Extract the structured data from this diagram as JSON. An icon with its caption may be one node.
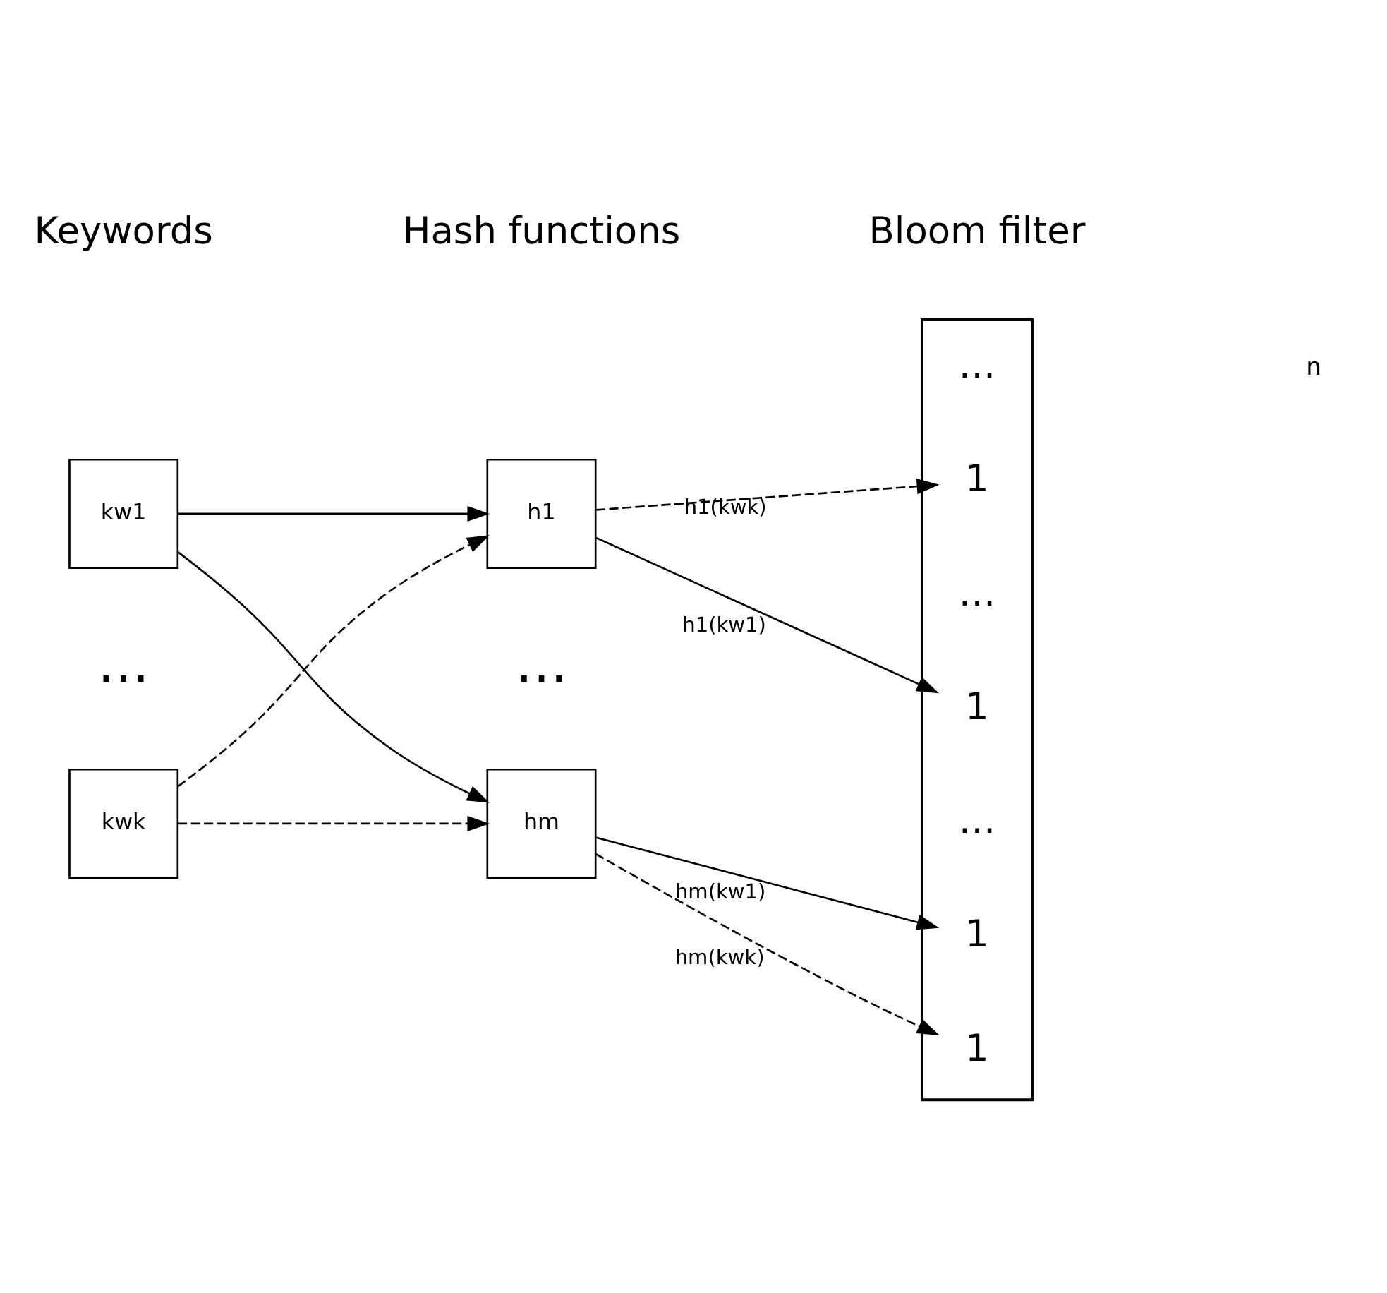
{
  "diagram": {
    "nodes": [
      {
        "text": [
          "kw1"
        ]
      },
      {
        "text": [
          "kwk"
        ]
      },
      {
        "text": [
          "h1"
        ]
      },
      {
        "text": [
          "hm"
        ]
      },
      {
        "text": [],
        "shape": "box"
      },
      {
        "text": [
          "1"
        ],
        "in": 4
      },
      {
        "text": [
          "…"
        ],
        "in": 4
      },
      {
        "text": [
          "1"
        ],
        "in": 4
      },
      {
        "text": [
          "…"
        ],
        "in": 4
      },
      {
        "text": [
          "1"
        ],
        "in": 4
      },
      {
        "text": [
          "…"
        ],
        "in": 4
      },
      {
        "text": [
          "1"
        ],
        "in": 4
      }
    ],
    "edges": [
      {
        "from": 0,
        "to": 2,
        "arrow": "to"
      },
      {
        "from": 0,
        "to": 3,
        "arrow": "to"
      },
      {
        "from": 1,
        "to": 2,
        "arrow": "to",
        "style": "dashed"
      },
      {
        "from": 1,
        "to": 3,
        "arrow": "to",
        "style": "dashed"
      },
      {
        "from": 2,
        "to": 5,
        "arrow": "to",
        "label": "h1(kw1)"
      },
      {
        "from": 2,
        "to": 7,
        "arrow": "to",
        "label": "h1(kwk)",
        "style": "dashed"
      },
      {
        "from": 3,
        "to": 9,
        "arrow": "to",
        "label": "hm(kw1)"
      },
      {
        "from": 3,
        "to": 11,
        "arrow": "to",
        "label": "hm(kwk)",
        "style": "dashed"
      }
    ],
    "labels": [
      "Keywords",
      "Hash functions",
      "Bloom filter",
      "…",
      "…",
      "n"
    ]
  }
}
